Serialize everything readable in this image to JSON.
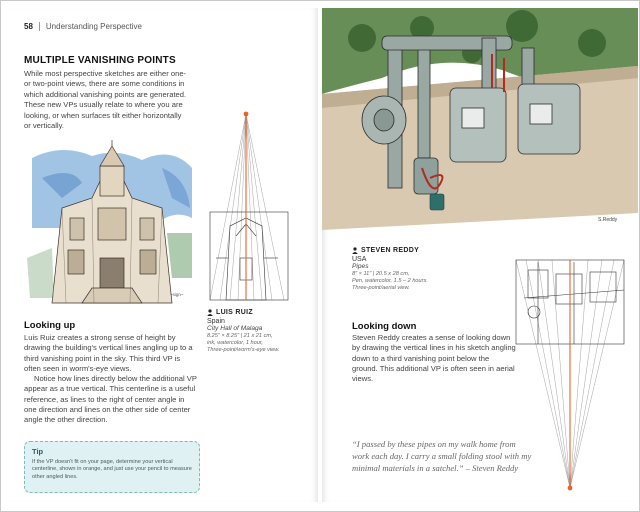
{
  "header": {
    "page_number": "58",
    "section": "Understanding Perspective"
  },
  "title": "MULTIPLE VANISHING POINTS",
  "intro": "While most perspective sketches are either one- or two-point views, there are some conditions in which additional vanishing points are generated. These new VPs usually relate to where you are looking, or when surfaces tilt either horizontally or vertically.",
  "left_caption": {
    "artist": "LUIS RUIZ",
    "country": "Spain",
    "work": "City Hall of Malaga",
    "size": "8.25\" × 8.25\" | 21 x 21 cm,",
    "medium": "ink, watercolor, 1 hour,",
    "view": "Three-point/worm's-eye view."
  },
  "right_caption": {
    "artist": "STEVEN REDDY",
    "country": "USA",
    "work": "Pipes",
    "size": "8\" × 11\" | 20.5 x 28 cm,",
    "medium": "Pen, watercolor, 1.5 – 2 hours.",
    "view": "Three-point/aerial view."
  },
  "looking_up": {
    "heading": "Looking up",
    "p1": "Luis Ruiz creates a strong sense of height by drawing the building's vertical lines angling up to a third vanishing point in the sky. This third VP is often seen in worm's-eye views.",
    "p2": "Notice how lines directly below the additional VP appear as a true vertical. This centerline is a useful reference, as lines to the right of center angle in one direction and lines on the other side of center angle the other direction."
  },
  "tip": {
    "title": "Tip",
    "body": "If the VP doesn't fit on your page, determine your vertical centerline, shown in orange, and just use your pencil to measure other angled lines."
  },
  "looking_down": {
    "heading": "Looking down",
    "body": "Steven Reddy creates a sense of looking down by drawing the vertical lines in his sketch angling down to a third vanishing point below the ground. This additional VP is often seen in aerial views."
  },
  "quote": "“I passed by these pipes on my walk home from work each day. I carry a small folding stool with my minimal materials in a satchel.” – Steven Reddy",
  "colors": {
    "accent_orange": "#e8622a",
    "tip_bg": "#dff1f3",
    "tip_border": "#7fb8c2",
    "centerline": "#e8622a"
  },
  "icons": {
    "artist_marker": "person-icon"
  }
}
